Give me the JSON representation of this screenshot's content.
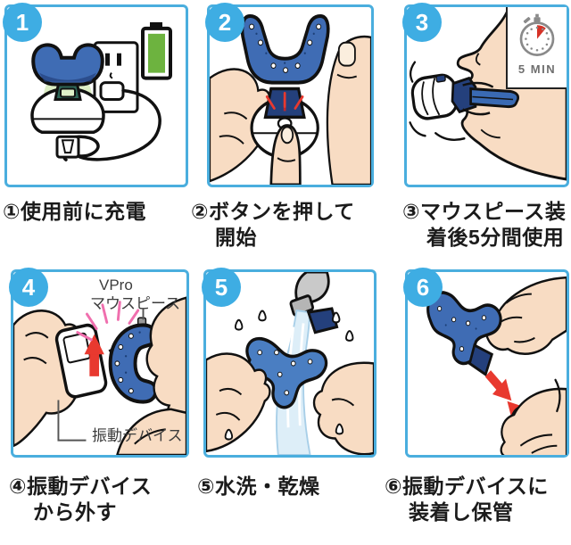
{
  "steps": [
    {
      "number": "1",
      "caption_lines": [
        "①使用前に充電",
        ""
      ]
    },
    {
      "number": "2",
      "caption_lines": [
        "②ボタンを押して",
        "開始"
      ]
    },
    {
      "number": "3",
      "caption_lines": [
        "③マウスピース装",
        "着後5分間使用"
      ],
      "timer_label": "5 MIN"
    },
    {
      "number": "4",
      "caption_lines": [
        "④振動デバイス",
        "から外す"
      ],
      "labels": {
        "mouthpiece_line1": "VPro",
        "mouthpiece_line2": "マウスピース",
        "device": "振動デバイス"
      }
    },
    {
      "number": "5",
      "caption_lines": [
        "⑤水洗・乾燥",
        ""
      ]
    },
    {
      "number": "6",
      "caption_lines": [
        "⑥振動デバイスに",
        "装着し保管"
      ]
    }
  ],
  "colors": {
    "panel_border": "#4aaede",
    "badge_blue": "#3eade3",
    "mouthpiece_blue": "#3f6cb4",
    "stem_navy": "#24407c",
    "skin": "#f8dcc3",
    "battery_green": "#6db33f",
    "glow_green": "#8cc63f",
    "arrow_red": "#e8392f",
    "spark_pink": "#f06fae",
    "stopwatch_gray": "#8a8a8a",
    "timer_red": "#d63227",
    "water_blue": "#ddeef8"
  }
}
